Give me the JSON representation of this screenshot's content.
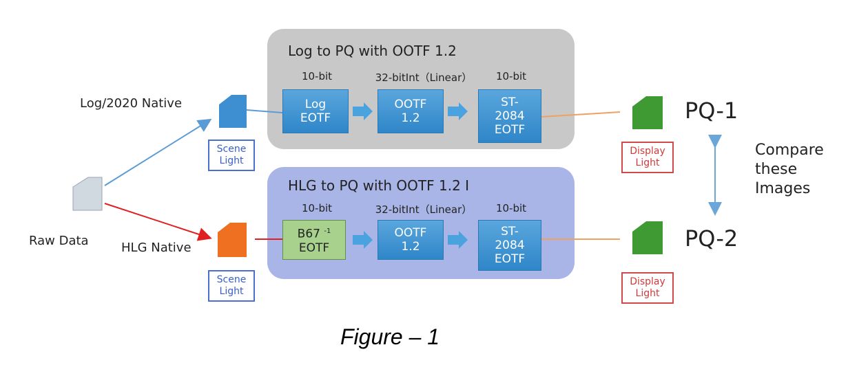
{
  "groups": {
    "top": {
      "title": "Log to PQ with OOTF 1.2",
      "labels": [
        "10-bit",
        "32-bitInt（Linear）",
        "10-bit"
      ],
      "blocks": [
        "Log\nEOTF",
        "OOTF\n1.2",
        "ST-\n2084\nEOTF"
      ]
    },
    "bottom": {
      "title": "HLG to PQ with OOTF 1.2 I",
      "labels": [
        "10-bit",
        "32-bitInt（Linear）",
        "10-bit"
      ],
      "block_b67_main": "B67",
      "block_b67_sup": "-1",
      "block_b67_sub": "EOTF",
      "blocks": [
        "OOTF\n1.2",
        "ST-\n2084\nEOTF"
      ]
    }
  },
  "inputs": {
    "raw_label": "Raw Data",
    "log_label": "Log/2020 Native",
    "hlg_label": "HLG Native",
    "scene_light": "Scene\nLight"
  },
  "outputs": {
    "pq1": "PQ-1",
    "pq2": "PQ-2",
    "display_light": "Display\nLight",
    "compare": "Compare\nthese\nImages"
  },
  "caption": "Figure – 1",
  "colors": {
    "top_group_bg": "#c8c8c8",
    "bottom_group_bg": "#a9b5e6",
    "block_blue": "#3d8fd1",
    "block_green": "#a9d18e",
    "arrow_blue": "#4aa3df",
    "doc_raw": "#d0d8e0",
    "doc_log": "#3d8fd1",
    "doc_hlg": "#ee7020",
    "doc_pq": "#3f9a33",
    "line_blue": "#5b9bd5",
    "line_red": "#e02020",
    "line_orange": "#f0a060",
    "compare_arrow": "#6aa6d8",
    "scene_border": "#4a6fd0",
    "display_border": "#d04848"
  }
}
